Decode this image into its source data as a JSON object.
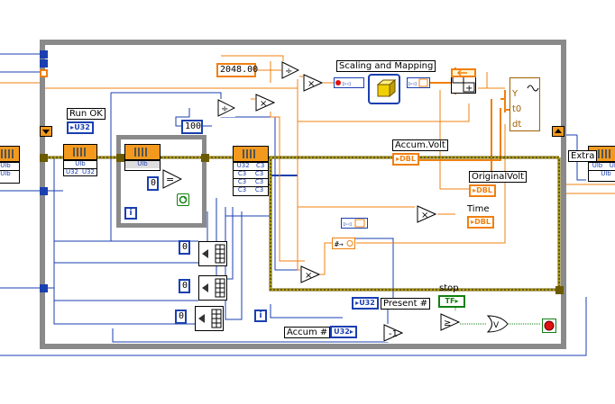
{
  "constants": {
    "sample_count": "2048.00",
    "wait_ms": "100",
    "zero_a": "0",
    "zero_b": "0",
    "zero_c": "0",
    "zero_d": "0"
  },
  "functions": {
    "scaling_label": "Scaling and Mapping"
  },
  "controls": {
    "run_ok": "Run OK",
    "accum_volt": "Accum.Volt",
    "original_volt": "OriginalVolt",
    "time": "Time",
    "present": "Present #",
    "accum_count": "Accum #",
    "stop": "stop",
    "extract_partial": "Extra"
  },
  "terminal_types": {
    "u32": "U32",
    "dbl": "DBL",
    "tf": "TF"
  },
  "waveform_terminals": [
    "Y",
    "t0",
    "dt"
  ],
  "colors": {
    "numeric_float": "#f08010",
    "numeric_int": "#1a3fb0",
    "boolean": "#108010",
    "loop_border": "#8a8a8a",
    "cluster_wire": "#6b5a00"
  }
}
